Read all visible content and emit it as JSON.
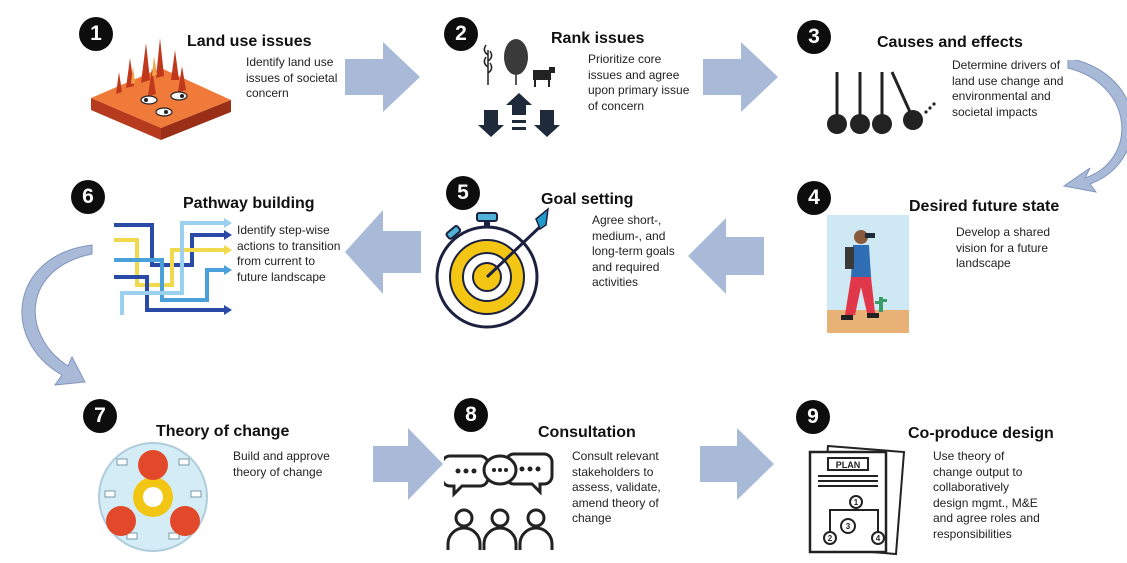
{
  "steps": [
    {
      "num": "1",
      "title": "Land use issues",
      "desc": "Identify land use issues of societal concern",
      "icon": "burning-landscape-icon"
    },
    {
      "num": "2",
      "title": "Rank issues",
      "desc": "Prioritize core issues and agree upon primary issue of concern",
      "icon": "ranking-icon"
    },
    {
      "num": "3",
      "title": "Causes and effects",
      "desc": "Determine drivers of land use change and environmental and societal impacts",
      "icon": "newtons-cradle-icon"
    },
    {
      "num": "4",
      "title": "Desired future state",
      "desc": "Develop a shared vision for a future landscape",
      "icon": "hiker-binoculars-icon"
    },
    {
      "num": "5",
      "title": "Goal setting",
      "desc": "Agree short-, medium-, and long-term goals and required activities",
      "icon": "target-stopwatch-icon"
    },
    {
      "num": "6",
      "title": "Pathway building",
      "desc": "Identify step-wise actions to transition from current to future landscape",
      "icon": "pathway-arrows-icon"
    },
    {
      "num": "7",
      "title": "Theory of change",
      "desc": "Build and approve theory of change",
      "icon": "theory-of-change-icon"
    },
    {
      "num": "8",
      "title": "Consultation",
      "desc": "Consult relevant stakeholders to assess, validate, amend theory of change",
      "icon": "people-speech-icon"
    },
    {
      "num": "9",
      "title": "Co-produce design",
      "desc": "Use theory of change output to collaboratively design mgmt., M&E and agree roles and responsibilities",
      "icon": "plan-document-icon",
      "plan_label": "PLAN"
    }
  ],
  "colors": {
    "arrow": "#a9bad9",
    "badge": "#0d0d0d",
    "fire": "#e2492b",
    "target": "#f3c613",
    "navy": "#1c2140"
  }
}
